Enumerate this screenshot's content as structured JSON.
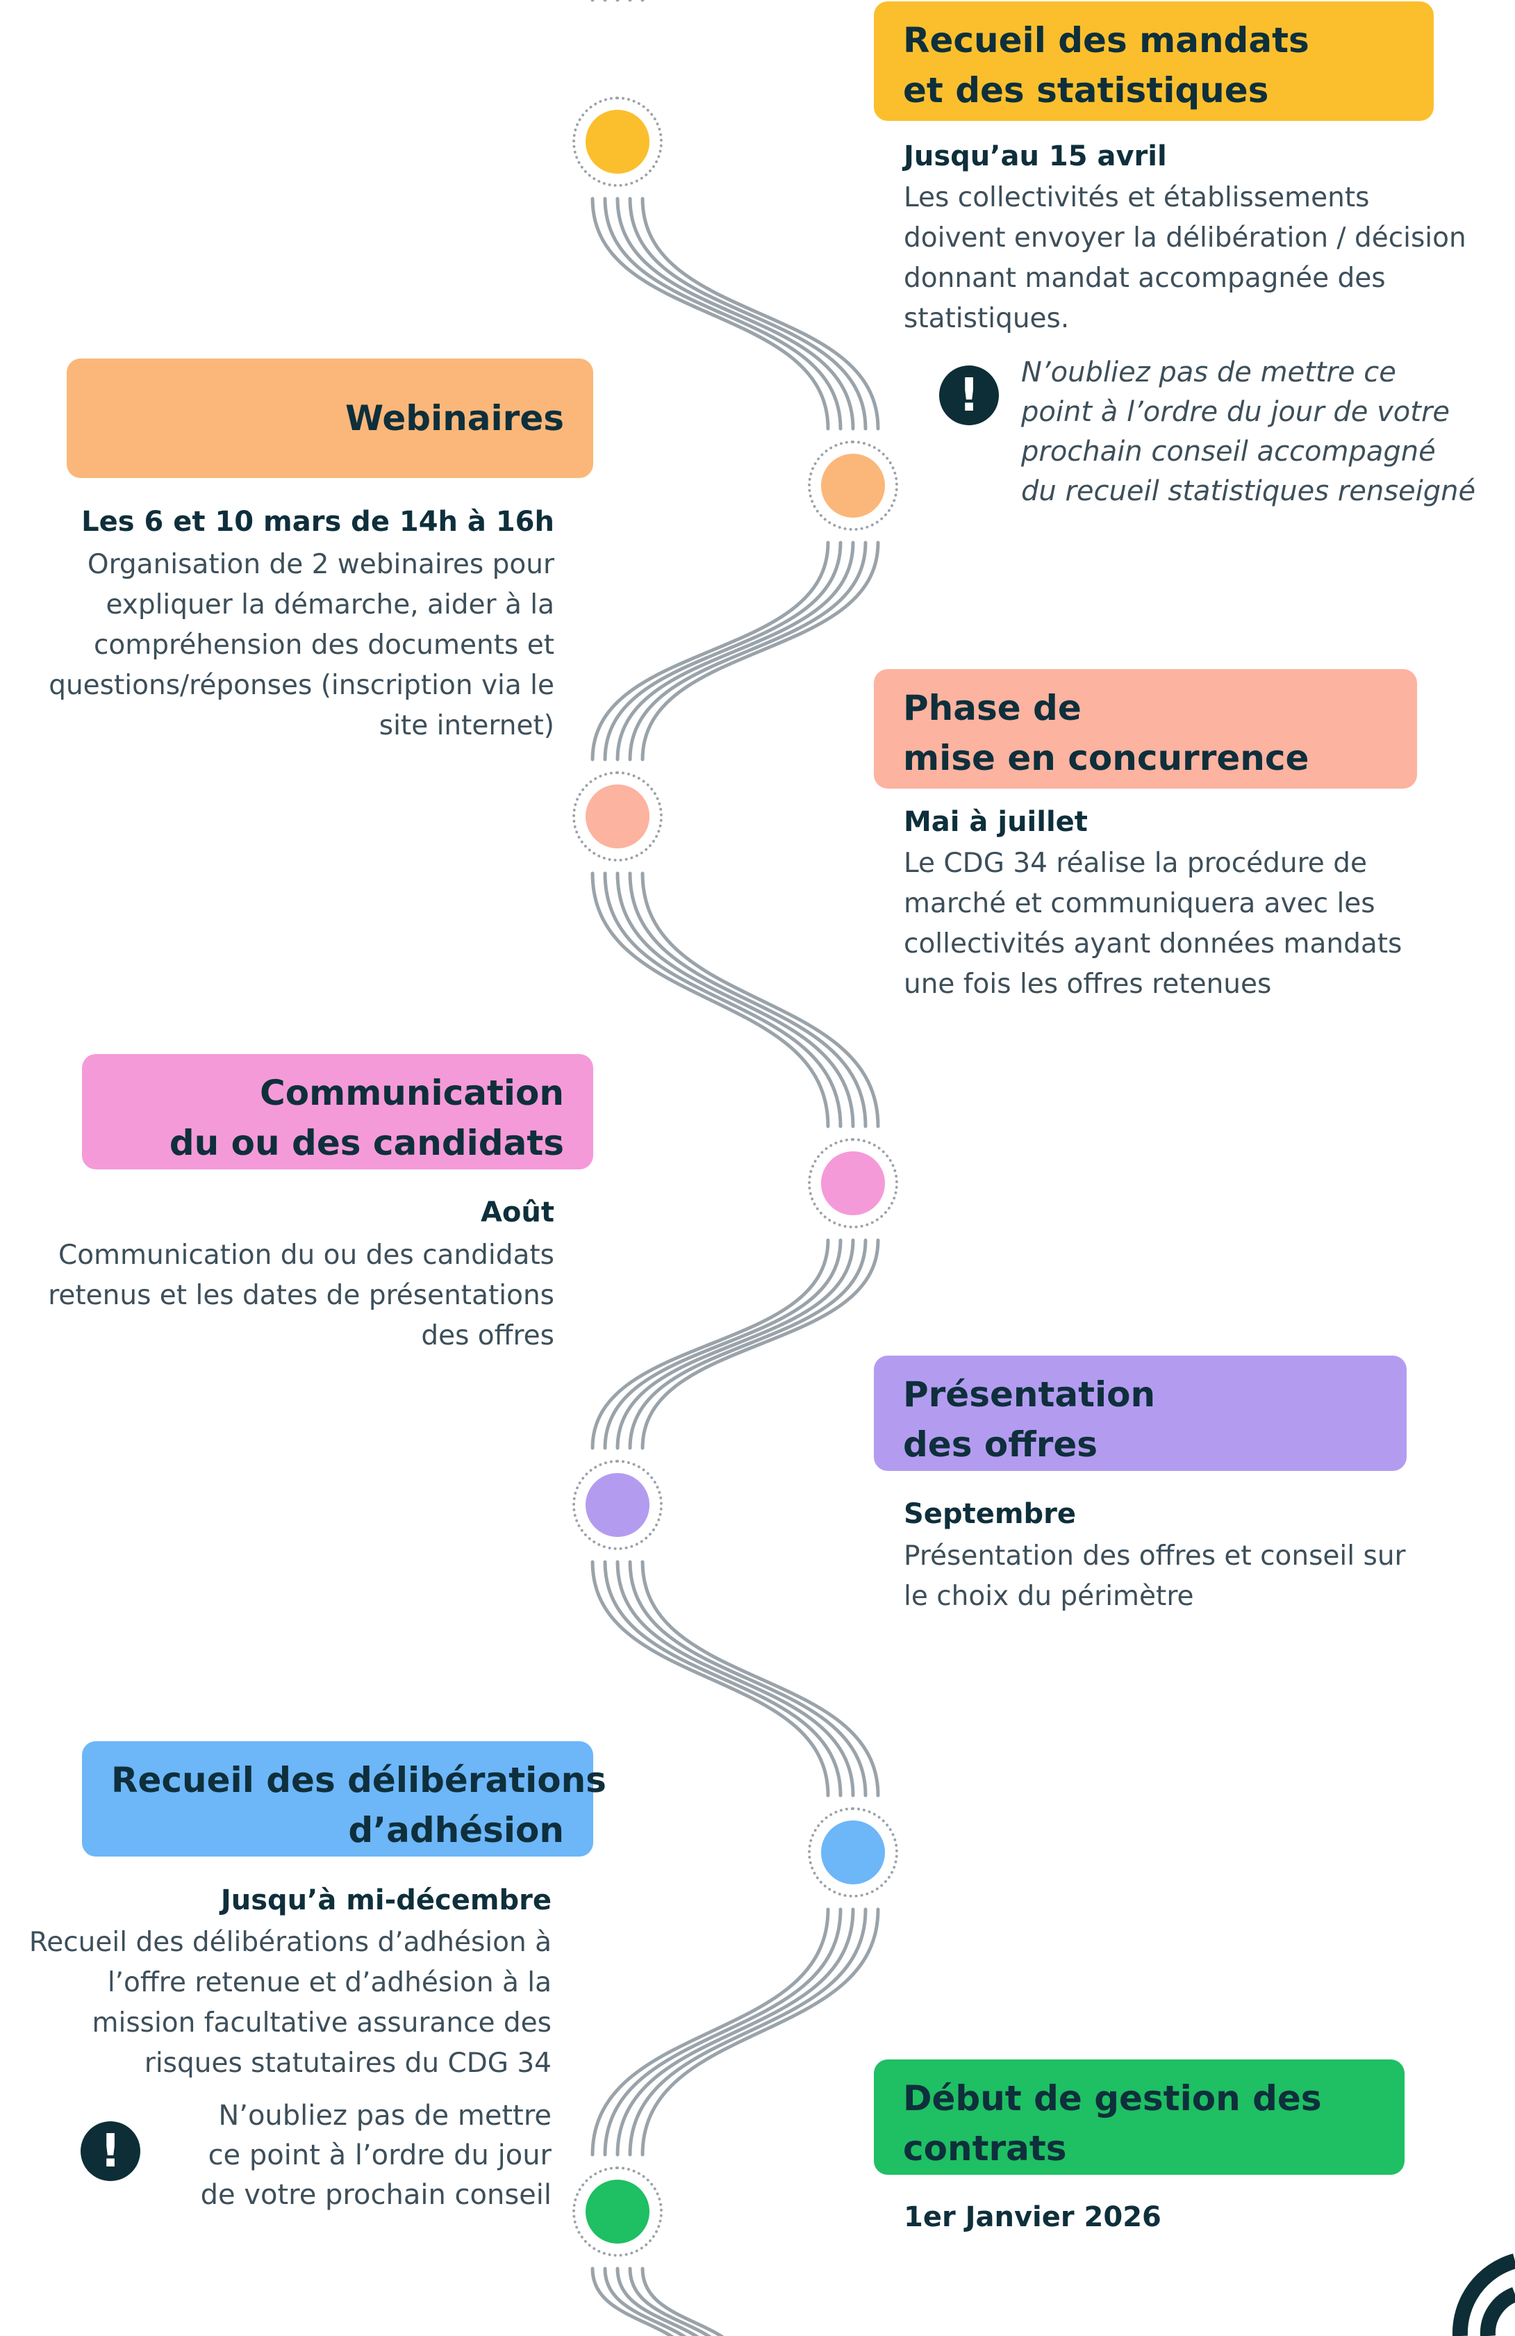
{
  "colors": {
    "dark": "#0e2f3b",
    "text": "#3d4f5a",
    "road": "#9aa3aa",
    "yellow": "#fbbf2d",
    "orange": "#fbb77a",
    "salmon": "#fcb3a0",
    "pink": "#f59ad8",
    "purple": "#b39cf0",
    "blue": "#6db6f8",
    "green": "#1fbf63"
  },
  "steps": [
    {
      "title_lines": [
        "Recueil des mandats",
        "et des statistiques"
      ],
      "date": "Jusqu’au 15 avril",
      "desc_lines": [
        "Les collectivités et établissements",
        "doivent envoyer la délibération / décision",
        "donnant mandat  accompagnée des",
        "statistiques."
      ],
      "note_lines": [
        "N’oubliez pas de mettre ce",
        "point à l’ordre du jour de votre",
        "prochain conseil accompagné",
        "du recueil statistiques renseigné"
      ]
    },
    {
      "title_lines": [
        "Webinaires"
      ],
      "date": "Les 6 et 10 mars de 14h à 16h",
      "desc_lines": [
        "Organisation de 2 webinaires pour",
        "expliquer la démarche, aider à la",
        "compréhension des documents et",
        "questions/réponses (inscription via le",
        "site internet)"
      ]
    },
    {
      "title_lines": [
        "Phase de",
        "mise en concurrence"
      ],
      "date": "Mai à juillet",
      "desc_lines": [
        "Le CDG 34 réalise la procédure de",
        "marché et communiquera avec les",
        "collectivités ayant données mandats",
        "une fois les offres retenues"
      ]
    },
    {
      "title_lines": [
        "Communication",
        "du ou des candidats"
      ],
      "date": "Août",
      "desc_lines": [
        "Communication du ou des candidats",
        "retenus et les dates de présentations",
        "des offres"
      ]
    },
    {
      "title_lines": [
        "Présentation",
        "des offres"
      ],
      "date": "Septembre",
      "desc_lines": [
        "Présentation des offres et conseil sur",
        "le choix du périmètre"
      ]
    },
    {
      "title_lines": [
        "Recueil des délibérations",
        "d’adhésion"
      ],
      "date": "Jusqu’à mi-décembre",
      "desc_lines": [
        "Recueil des délibérations d’adhésion à",
        "l’offre retenue et d’adhésion à la",
        "mission facultative assurance des",
        "risques statutaires du CDG 34"
      ],
      "note_lines": [
        "N’oubliez pas de mettre",
        "ce point à l’ordre du jour",
        "de votre prochain conseil"
      ]
    },
    {
      "title_lines": [
        "Début de gestion des",
        "contrats"
      ],
      "date": "1er Janvier 2026"
    }
  ],
  "icons": {
    "warning": "exclamation-icon",
    "logo": "cdg-logo-icon"
  },
  "warning_glyph": "!"
}
